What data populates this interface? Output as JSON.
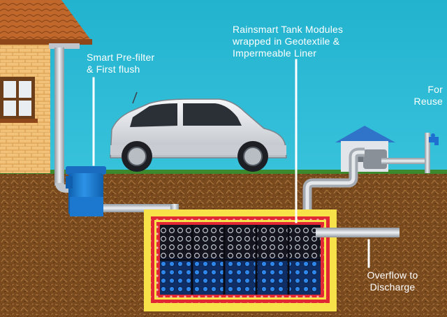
{
  "labels": {
    "prefilter": [
      "Smart Pre-filter",
      "& First flush"
    ],
    "tank": [
      "Rainsmart Tank Modules",
      "wrapped in Geotextile &",
      "Impermeable Liner"
    ],
    "reuse": [
      "For",
      "Reuse"
    ],
    "overflow": [
      "Overflow to",
      "Discharge"
    ]
  },
  "colors": {
    "sky": "#27b8d3",
    "soil": "#7a4a1f",
    "grass": "#3d8a2e",
    "liner": "#f7e24a",
    "geotextile": "#d11f2b",
    "modules": "#1b1b2a",
    "water": "#1f6fd1",
    "prefilter": "#1f7fd6",
    "pipe": "#c8cdd2",
    "house_wall": "#f2c27a",
    "roof": "#b6622a",
    "pump_roof": "#2f74c9",
    "car": "#e7e9ec",
    "text": "#ffffff"
  },
  "icons": [
    "house",
    "downpipe",
    "prefilter-box",
    "car",
    "pump-house",
    "tap",
    "tank-modules"
  ]
}
